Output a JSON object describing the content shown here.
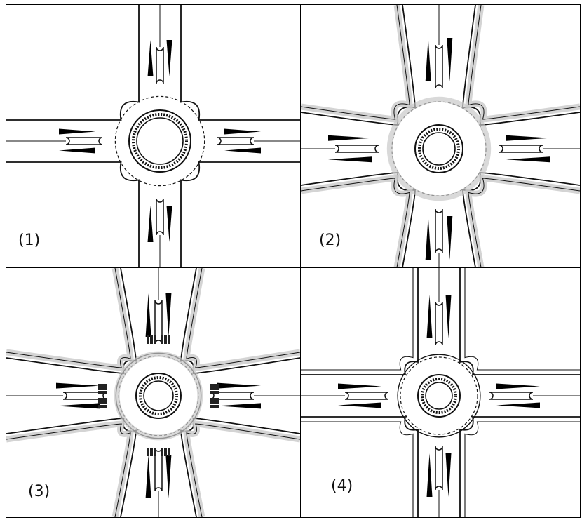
{
  "panels": [
    {
      "label": "(1)",
      "variant": "single-lane"
    },
    {
      "label": "(2)",
      "variant": "flared-shaded"
    },
    {
      "label": "(3)",
      "variant": "crossings-shaded"
    },
    {
      "label": "(4)",
      "variant": "outline-double"
    }
  ],
  "colors": {
    "line": "#111111",
    "shade": "#c9c9c9",
    "arrow": "#000000"
  },
  "icons": [
    "arrow-icon",
    "roundabout-island-icon"
  ]
}
